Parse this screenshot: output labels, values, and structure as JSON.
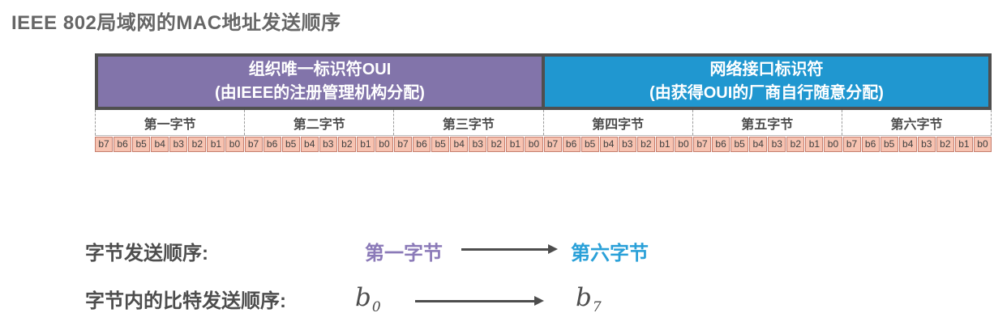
{
  "page_title": "IEEE 802局域网的MAC地址发送顺序",
  "mac_table": {
    "sections": [
      {
        "title": "组织唯一标识符OUI",
        "subtitle": "(由IEEE的注册管理机构分配)",
        "color": "#8274aa"
      },
      {
        "title": "网络接口标识符",
        "subtitle": "(由获得OUI的厂商自行随意分配)",
        "color": "#2097d0"
      }
    ],
    "bytes": [
      "第一字节",
      "第二字节",
      "第三字节",
      "第四字节",
      "第五字节",
      "第六字节"
    ],
    "bits_per_byte": [
      "b7",
      "b6",
      "b5",
      "b4",
      "b3",
      "b2",
      "b1",
      "b0"
    ]
  },
  "legend": {
    "byte_order_label": "字节发送顺序:",
    "byte_order_from": "第一字节",
    "byte_order_to": "第六字节",
    "bit_order_label": "字节内的比特发送顺序:",
    "bit_order_from": {
      "base": "b",
      "sub": "0"
    },
    "bit_order_to": {
      "base": "b",
      "sub": "7"
    }
  },
  "colors": {
    "title_text": "#666666",
    "header_oui_bg": "#8274aa",
    "header_nic_bg": "#2097d0",
    "header_border": "#4f4f4f",
    "bit_cell_bg": "#f7c3b1",
    "bit_cell_border": "#c67e6e",
    "byte_order_from_text": "#8b7ab8",
    "byte_order_to_text": "#29a0d8",
    "legend_text": "#4d4d4d"
  }
}
